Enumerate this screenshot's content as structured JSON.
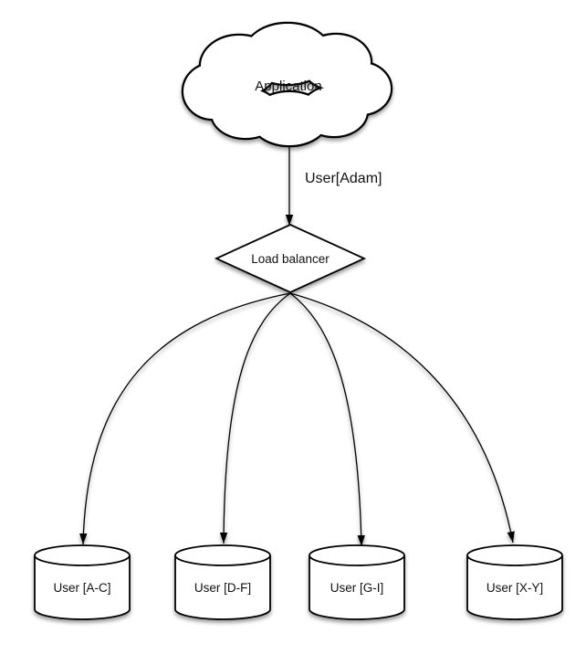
{
  "diagram": {
    "nodes": {
      "application": {
        "label": "Application",
        "shape": "cloud"
      },
      "load_balancer": {
        "label": "Load balancer",
        "shape": "diamond"
      },
      "shards": [
        {
          "label": "User [A-C]",
          "shape": "cylinder"
        },
        {
          "label": "User [D-F]",
          "shape": "cylinder"
        },
        {
          "label": "User [G-I]",
          "shape": "cylinder"
        },
        {
          "label": "User [X-Y]",
          "shape": "cylinder"
        }
      ]
    },
    "edges": {
      "app_to_lb": {
        "label": "User[Adam]"
      }
    },
    "colors": {
      "stroke": "#000000",
      "fill": "#ffffff",
      "text": "#111111",
      "background": "#ffffff"
    }
  }
}
